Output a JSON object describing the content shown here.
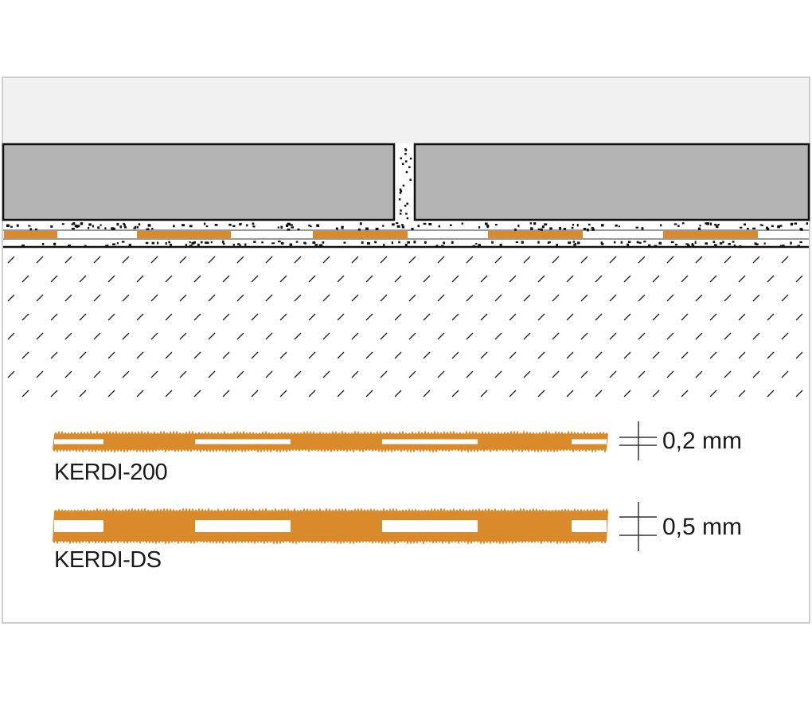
{
  "products": [
    {
      "name": "KERDI-200",
      "thickness": "0,2 mm"
    },
    {
      "name": "KERDI-DS",
      "thickness": "0,5 mm"
    }
  ],
  "colors": {
    "membrane": "#d98a2b",
    "tile": "#b4b4b4",
    "background_top": "#f1f1f1",
    "frame": "#cccccc"
  }
}
